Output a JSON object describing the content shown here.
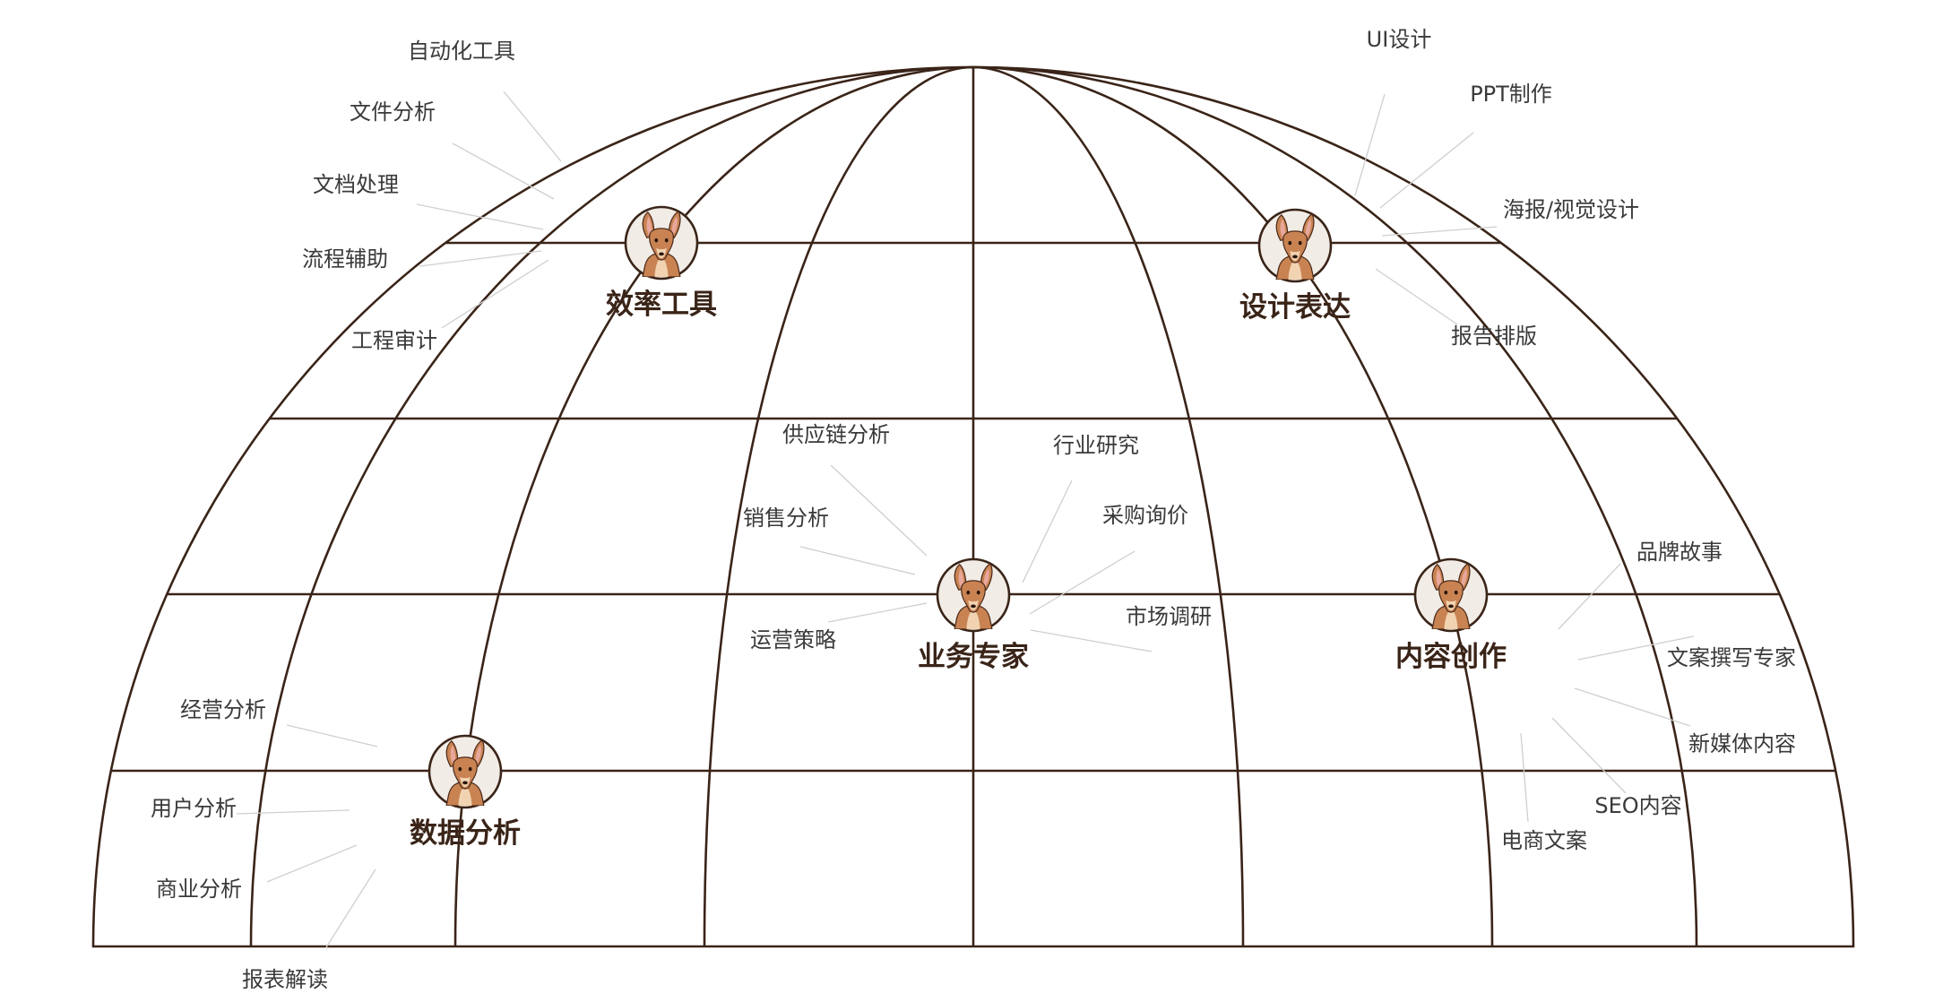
{
  "colors": {
    "line": "#3a2418",
    "leader": "#cfcfcf",
    "label": "#3a3a3a",
    "badge_bg": "#f2ece6",
    "kangaroo_fur": "#c98352",
    "kangaroo_light": "#f1d3b2",
    "kangaroo_ear": "#e8a79a"
  },
  "hubs": [
    {
      "id": "efficiency",
      "title": "效率工具",
      "icon": "kangaroo-icon",
      "spokes": [
        "自动化工具",
        "文件分析",
        "文档处理",
        "流程辅助",
        "工程审计"
      ]
    },
    {
      "id": "design",
      "title": "设计表达",
      "icon": "kangaroo-icon",
      "spokes": [
        "UI设计",
        "PPT制作",
        "海报/视觉设计",
        "报告排版"
      ]
    },
    {
      "id": "business",
      "title": "业务专家",
      "icon": "kangaroo-icon",
      "spokes": [
        "供应链分析",
        "行业研究",
        "销售分析",
        "采购询价",
        "运营策略",
        "市场调研"
      ]
    },
    {
      "id": "content",
      "title": "内容创作",
      "icon": "kangaroo-icon",
      "spokes": [
        "品牌故事",
        "文案撰写专家",
        "新媒体内容",
        "SEO内容",
        "电商文案"
      ]
    },
    {
      "id": "data",
      "title": "数据分析",
      "icon": "kangaroo-icon",
      "spokes": [
        "经营分析",
        "用户分析",
        "商业分析",
        "报表解读"
      ]
    }
  ]
}
